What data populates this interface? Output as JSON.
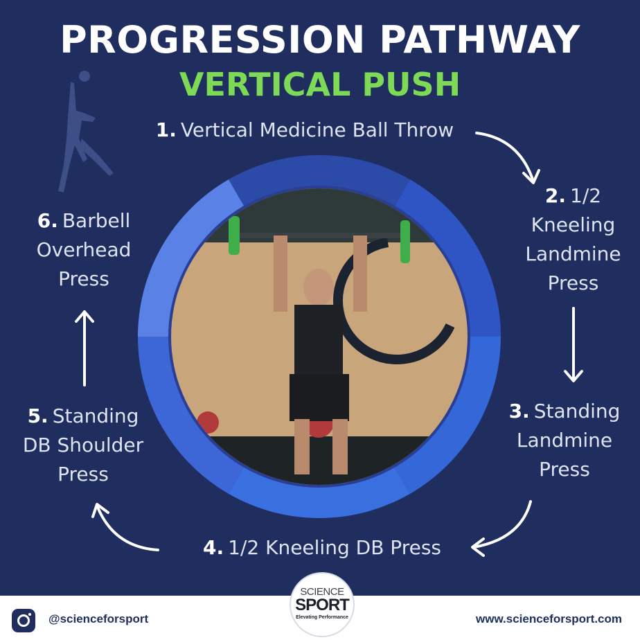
{
  "header": {
    "title": "PROGRESSION PATHWAY",
    "subtitle": "VERTICAL PUSH"
  },
  "steps": [
    {
      "num": "1.",
      "lines": [
        "Vertical Medicine Ball Throw"
      ]
    },
    {
      "num": "2.",
      "lines": [
        "1/2",
        "Kneeling",
        "Landmine",
        "Press"
      ]
    },
    {
      "num": "3.",
      "lines": [
        "Standing",
        "Landmine",
        "Press"
      ]
    },
    {
      "num": "4.",
      "lines": [
        "1/2 Kneeling DB Press"
      ]
    },
    {
      "num": "5.",
      "lines": [
        "Standing",
        "DB Shoulder",
        "Press"
      ]
    },
    {
      "num": "6.",
      "lines": [
        "Barbell",
        "Overhead",
        "Press"
      ]
    }
  ],
  "footer": {
    "handle": "@scienceforsport",
    "website": "www.scienceforsport.com",
    "logo_top": "SCIENCE",
    "logo_main": "SPORT",
    "logo_tagline": "Elevating Performance"
  },
  "colors": {
    "background": "#1f2d5f",
    "title": "#ffffff",
    "subtitle": "#7ed957",
    "ring_segments": [
      "#2c4aa8",
      "#2f54c4",
      "#3468d8",
      "#3a6fe0",
      "#3d66d6",
      "#5a82e6"
    ]
  },
  "icons": [
    "instagram-icon",
    "athlete-silhouette-icon",
    "workout-photo"
  ]
}
